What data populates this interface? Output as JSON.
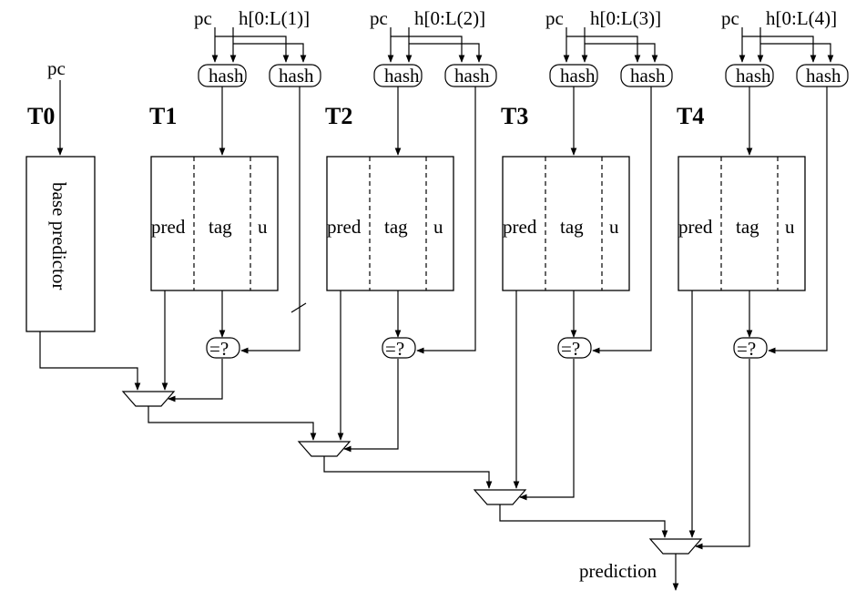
{
  "base": {
    "name": "T0",
    "input": "pc",
    "box_label": "base predictor"
  },
  "tables": [
    {
      "name": "T1",
      "pc": "pc",
      "hist": "h[0:L(1)]",
      "hash1": "hash",
      "hash2": "hash",
      "fields": [
        "pred",
        "tag",
        "u"
      ],
      "cmp": "=?"
    },
    {
      "name": "T2",
      "pc": "pc",
      "hist": "h[0:L(2)]",
      "hash1": "hash",
      "hash2": "hash",
      "fields": [
        "pred",
        "tag",
        "u"
      ],
      "cmp": "=?"
    },
    {
      "name": "T3",
      "pc": "pc",
      "hist": "h[0:L(3)]",
      "hash1": "hash",
      "hash2": "hash",
      "fields": [
        "pred",
        "tag",
        "u"
      ],
      "cmp": "=?"
    },
    {
      "name": "T4",
      "pc": "pc",
      "hist": "h[0:L(4)]",
      "hash1": "hash",
      "hash2": "hash",
      "fields": [
        "pred",
        "tag",
        "u"
      ],
      "cmp": "=?"
    }
  ],
  "output": "prediction"
}
